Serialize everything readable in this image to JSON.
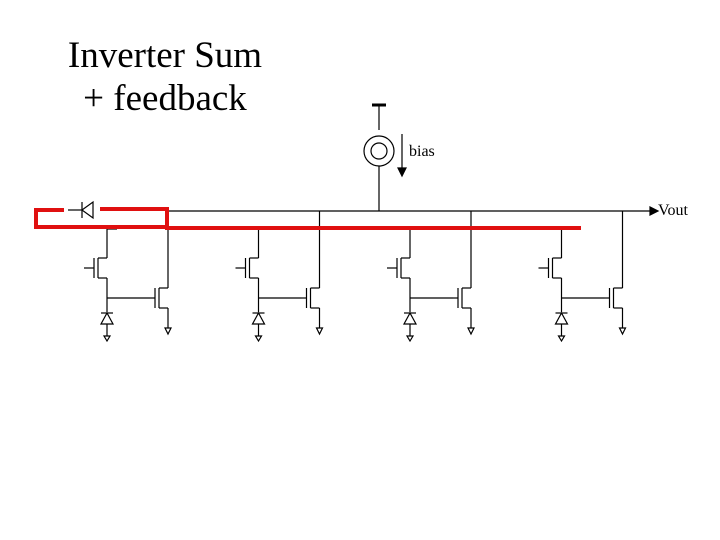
{
  "slide": {
    "title_line1": "Inverter Sum",
    "title_line2": "+ feedback"
  },
  "circuit": {
    "bias_label": "bias",
    "output_label": "Vout",
    "stage_count": 4
  },
  "colors": {
    "wire": "#000000",
    "feedback": "#e01010",
    "background": "#ffffff"
  }
}
